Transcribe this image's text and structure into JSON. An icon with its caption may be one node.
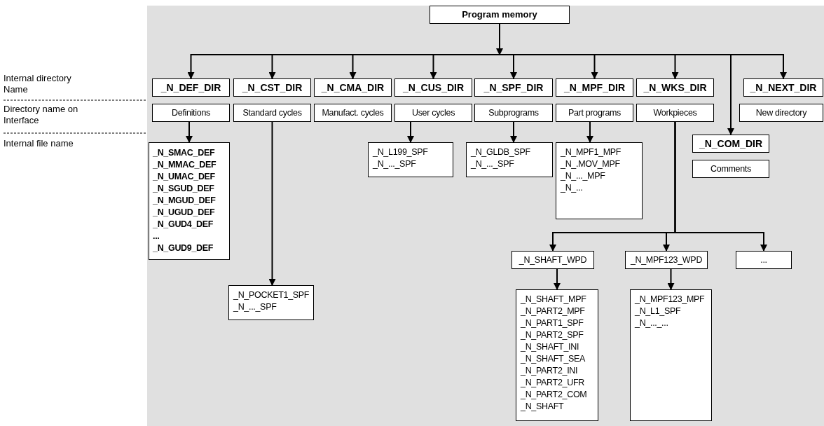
{
  "diagram": {
    "nodes": [
      {
        "text": [
          "Program memory"
        ]
      },
      {
        "text": [
          "_N_DEF_DIR"
        ]
      },
      {
        "text": [
          "Definitions"
        ]
      },
      {
        "text": [
          "_N_CST_DIR"
        ]
      },
      {
        "text": [
          "Standard cycles"
        ]
      },
      {
        "text": [
          "_N_CMA_DIR"
        ]
      },
      {
        "text": [
          "Manufact. cycles"
        ]
      },
      {
        "text": [
          "_N_CUS_DIR"
        ]
      },
      {
        "text": [
          "User cycles"
        ]
      },
      {
        "text": [
          "_N_SPF_DIR"
        ]
      },
      {
        "text": [
          "Subprograms"
        ]
      },
      {
        "text": [
          "_N_MPF_DIR"
        ]
      },
      {
        "text": [
          "Part programs"
        ]
      },
      {
        "text": [
          "_N_WKS_DIR"
        ]
      },
      {
        "text": [
          "Workpieces"
        ]
      },
      {
        "text": [
          "_N_NEXT_DIR"
        ]
      },
      {
        "text": [
          "New directory"
        ]
      },
      {
        "text": [
          "_N_COM_DIR"
        ]
      },
      {
        "text": [
          "Comments"
        ]
      },
      {
        "text": [
          "_N_SMAC_DEF",
          "_N_MMAC_DEF",
          "_N_UMAC_DEF",
          "_N_SGUD_DEF",
          "_N_MGUD_DEF",
          "_N_UGUD_DEF",
          "_N_GUD4_DEF",
          "...",
          "_N_GUD9_DEF"
        ]
      },
      {
        "text": [
          "_N_L199_SPF",
          "_N_..._SPF"
        ]
      },
      {
        "text": [
          "_N_GLDB_SPF",
          "_N_..._SPF"
        ]
      },
      {
        "text": [
          "_N_MPF1_MPF",
          "_N_.MOV_MPF",
          "_N_..._MPF",
          "_N_..."
        ]
      },
      {
        "text": [
          "_N_POCKET1_SPF",
          "_N_..._SPF"
        ]
      },
      {
        "text": [
          "_N_SHAFT_WPD"
        ]
      },
      {
        "text": [
          "_N_MPF123_WPD"
        ]
      },
      {
        "text": [
          "..."
        ]
      },
      {
        "text": [
          "_N_SHAFT_MPF",
          "_N_PART2_MPF",
          "_N_PART1_SPF",
          "_N_PART2_SPF",
          "_N_SHAFT_INI",
          "_N_SHAFT_SEA",
          "_N_PART2_INI",
          "_N_PART2_UFR",
          "_N_PART2_COM",
          "_N_SHAFT"
        ]
      },
      {
        "text": [
          "_N_MPF123_MPF",
          "_N_L1_SPF",
          "_N_..._..."
        ]
      }
    ],
    "edges": [
      {
        "from": 0,
        "to": 1,
        "arrow": "to"
      },
      {
        "from": 0,
        "to": 3,
        "arrow": "to"
      },
      {
        "from": 0,
        "to": 5,
        "arrow": "to"
      },
      {
        "from": 0,
        "to": 7,
        "arrow": "to"
      },
      {
        "from": 0,
        "to": 9,
        "arrow": "to"
      },
      {
        "from": 0,
        "to": 11,
        "arrow": "to"
      },
      {
        "from": 0,
        "to": 13,
        "arrow": "to"
      },
      {
        "from": 0,
        "to": 17,
        "arrow": "to"
      },
      {
        "from": 0,
        "to": 15,
        "arrow": "to"
      },
      {
        "from": 2,
        "to": 19,
        "arrow": "to"
      },
      {
        "from": 4,
        "to": 23,
        "arrow": "to"
      },
      {
        "from": 8,
        "to": 20,
        "arrow": "to"
      },
      {
        "from": 10,
        "to": 21,
        "arrow": "to"
      },
      {
        "from": 12,
        "to": 22,
        "arrow": "to"
      },
      {
        "from": 14,
        "to": 24,
        "arrow": "to"
      },
      {
        "from": 14,
        "to": 25,
        "arrow": "to"
      },
      {
        "from": 14,
        "to": 26,
        "arrow": "to"
      },
      {
        "from": 24,
        "to": 27,
        "arrow": "to"
      },
      {
        "from": 25,
        "to": 28,
        "arrow": "to"
      }
    ],
    "labels": [
      "Internal directory Name",
      "Directory name on Interface",
      "Internal file name"
    ]
  }
}
